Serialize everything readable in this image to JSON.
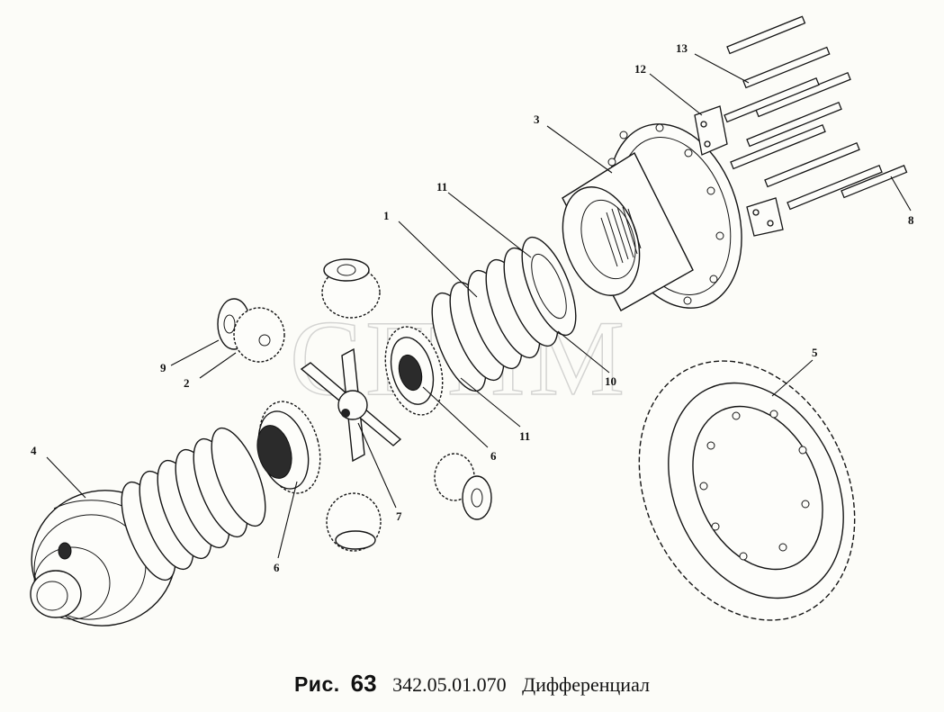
{
  "watermark": "СПИМ",
  "caption": {
    "prefix": "Рис.",
    "figure_number": "63",
    "part_code": "342.05.01.070",
    "title": "Дифференциал"
  },
  "callouts": [
    {
      "id": "c1",
      "label": "1"
    },
    {
      "id": "c2",
      "label": "2"
    },
    {
      "id": "c3",
      "label": "3"
    },
    {
      "id": "c4",
      "label": "4"
    },
    {
      "id": "c5",
      "label": "5"
    },
    {
      "id": "c6a",
      "label": "6"
    },
    {
      "id": "c6b",
      "label": "6"
    },
    {
      "id": "c7",
      "label": "7"
    },
    {
      "id": "c8",
      "label": "8"
    },
    {
      "id": "c9",
      "label": "9"
    },
    {
      "id": "c10",
      "label": "10"
    },
    {
      "id": "c11a",
      "label": "11"
    },
    {
      "id": "c11b",
      "label": "11"
    },
    {
      "id": "c12",
      "label": "12"
    },
    {
      "id": "c13",
      "label": "13"
    }
  ]
}
